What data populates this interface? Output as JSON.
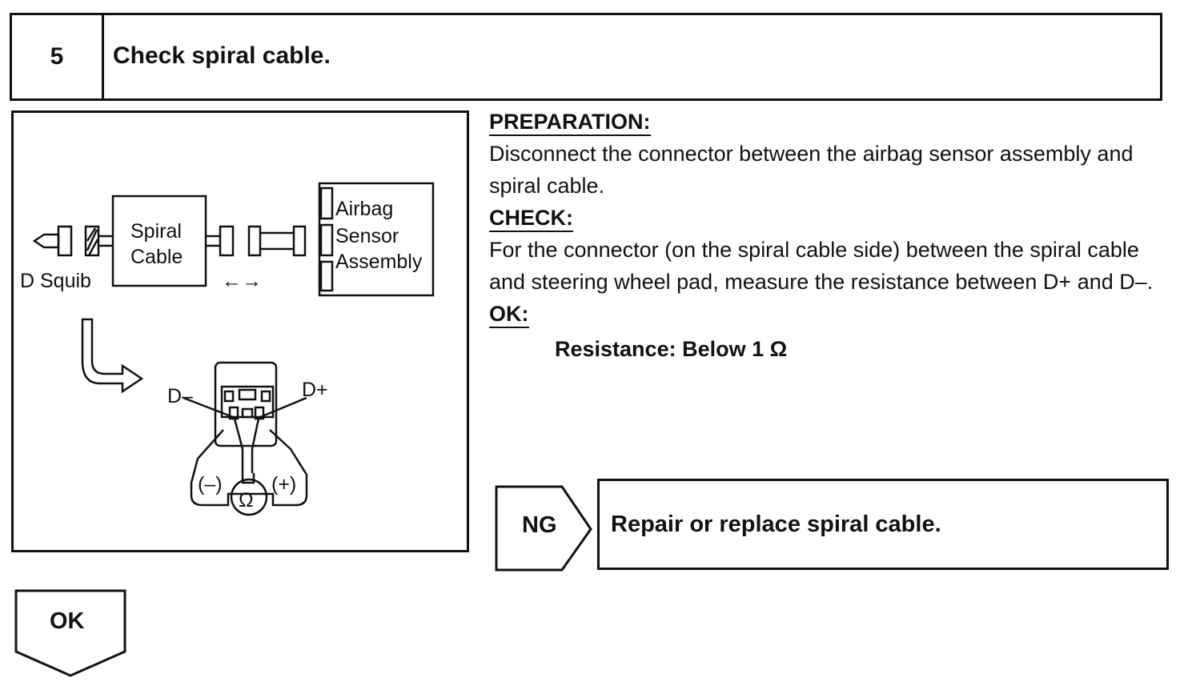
{
  "step": {
    "number": "5",
    "title": "Check spiral cable."
  },
  "diagram": {
    "label_d_squib": "D Squib",
    "label_spiral": "Spiral",
    "label_cable": "Cable",
    "label_airbag": "Airbag",
    "label_sensor": "Sensor",
    "label_assembly": "Assembly",
    "arrows_text": "←→",
    "label_d_minus": "D–",
    "label_d_plus": "D+",
    "label_neg": "(–)",
    "label_pos": "(+)",
    "label_ohm": "Ω"
  },
  "instructions": {
    "preparation_heading": "PREPARATION:",
    "preparation_text": "Disconnect the connector between the airbag sensor assembly and spiral cable.",
    "check_heading": "CHECK:",
    "check_text": "For the connector (on the spiral cable side) between the spiral cable and steering wheel pad, measure the resistance between D+ and D–.",
    "ok_heading": "OK:",
    "spec": "Resistance: Below 1 Ω"
  },
  "ng": {
    "label": "NG",
    "action": "Repair or replace spiral cable."
  },
  "ok": {
    "label": "OK"
  }
}
